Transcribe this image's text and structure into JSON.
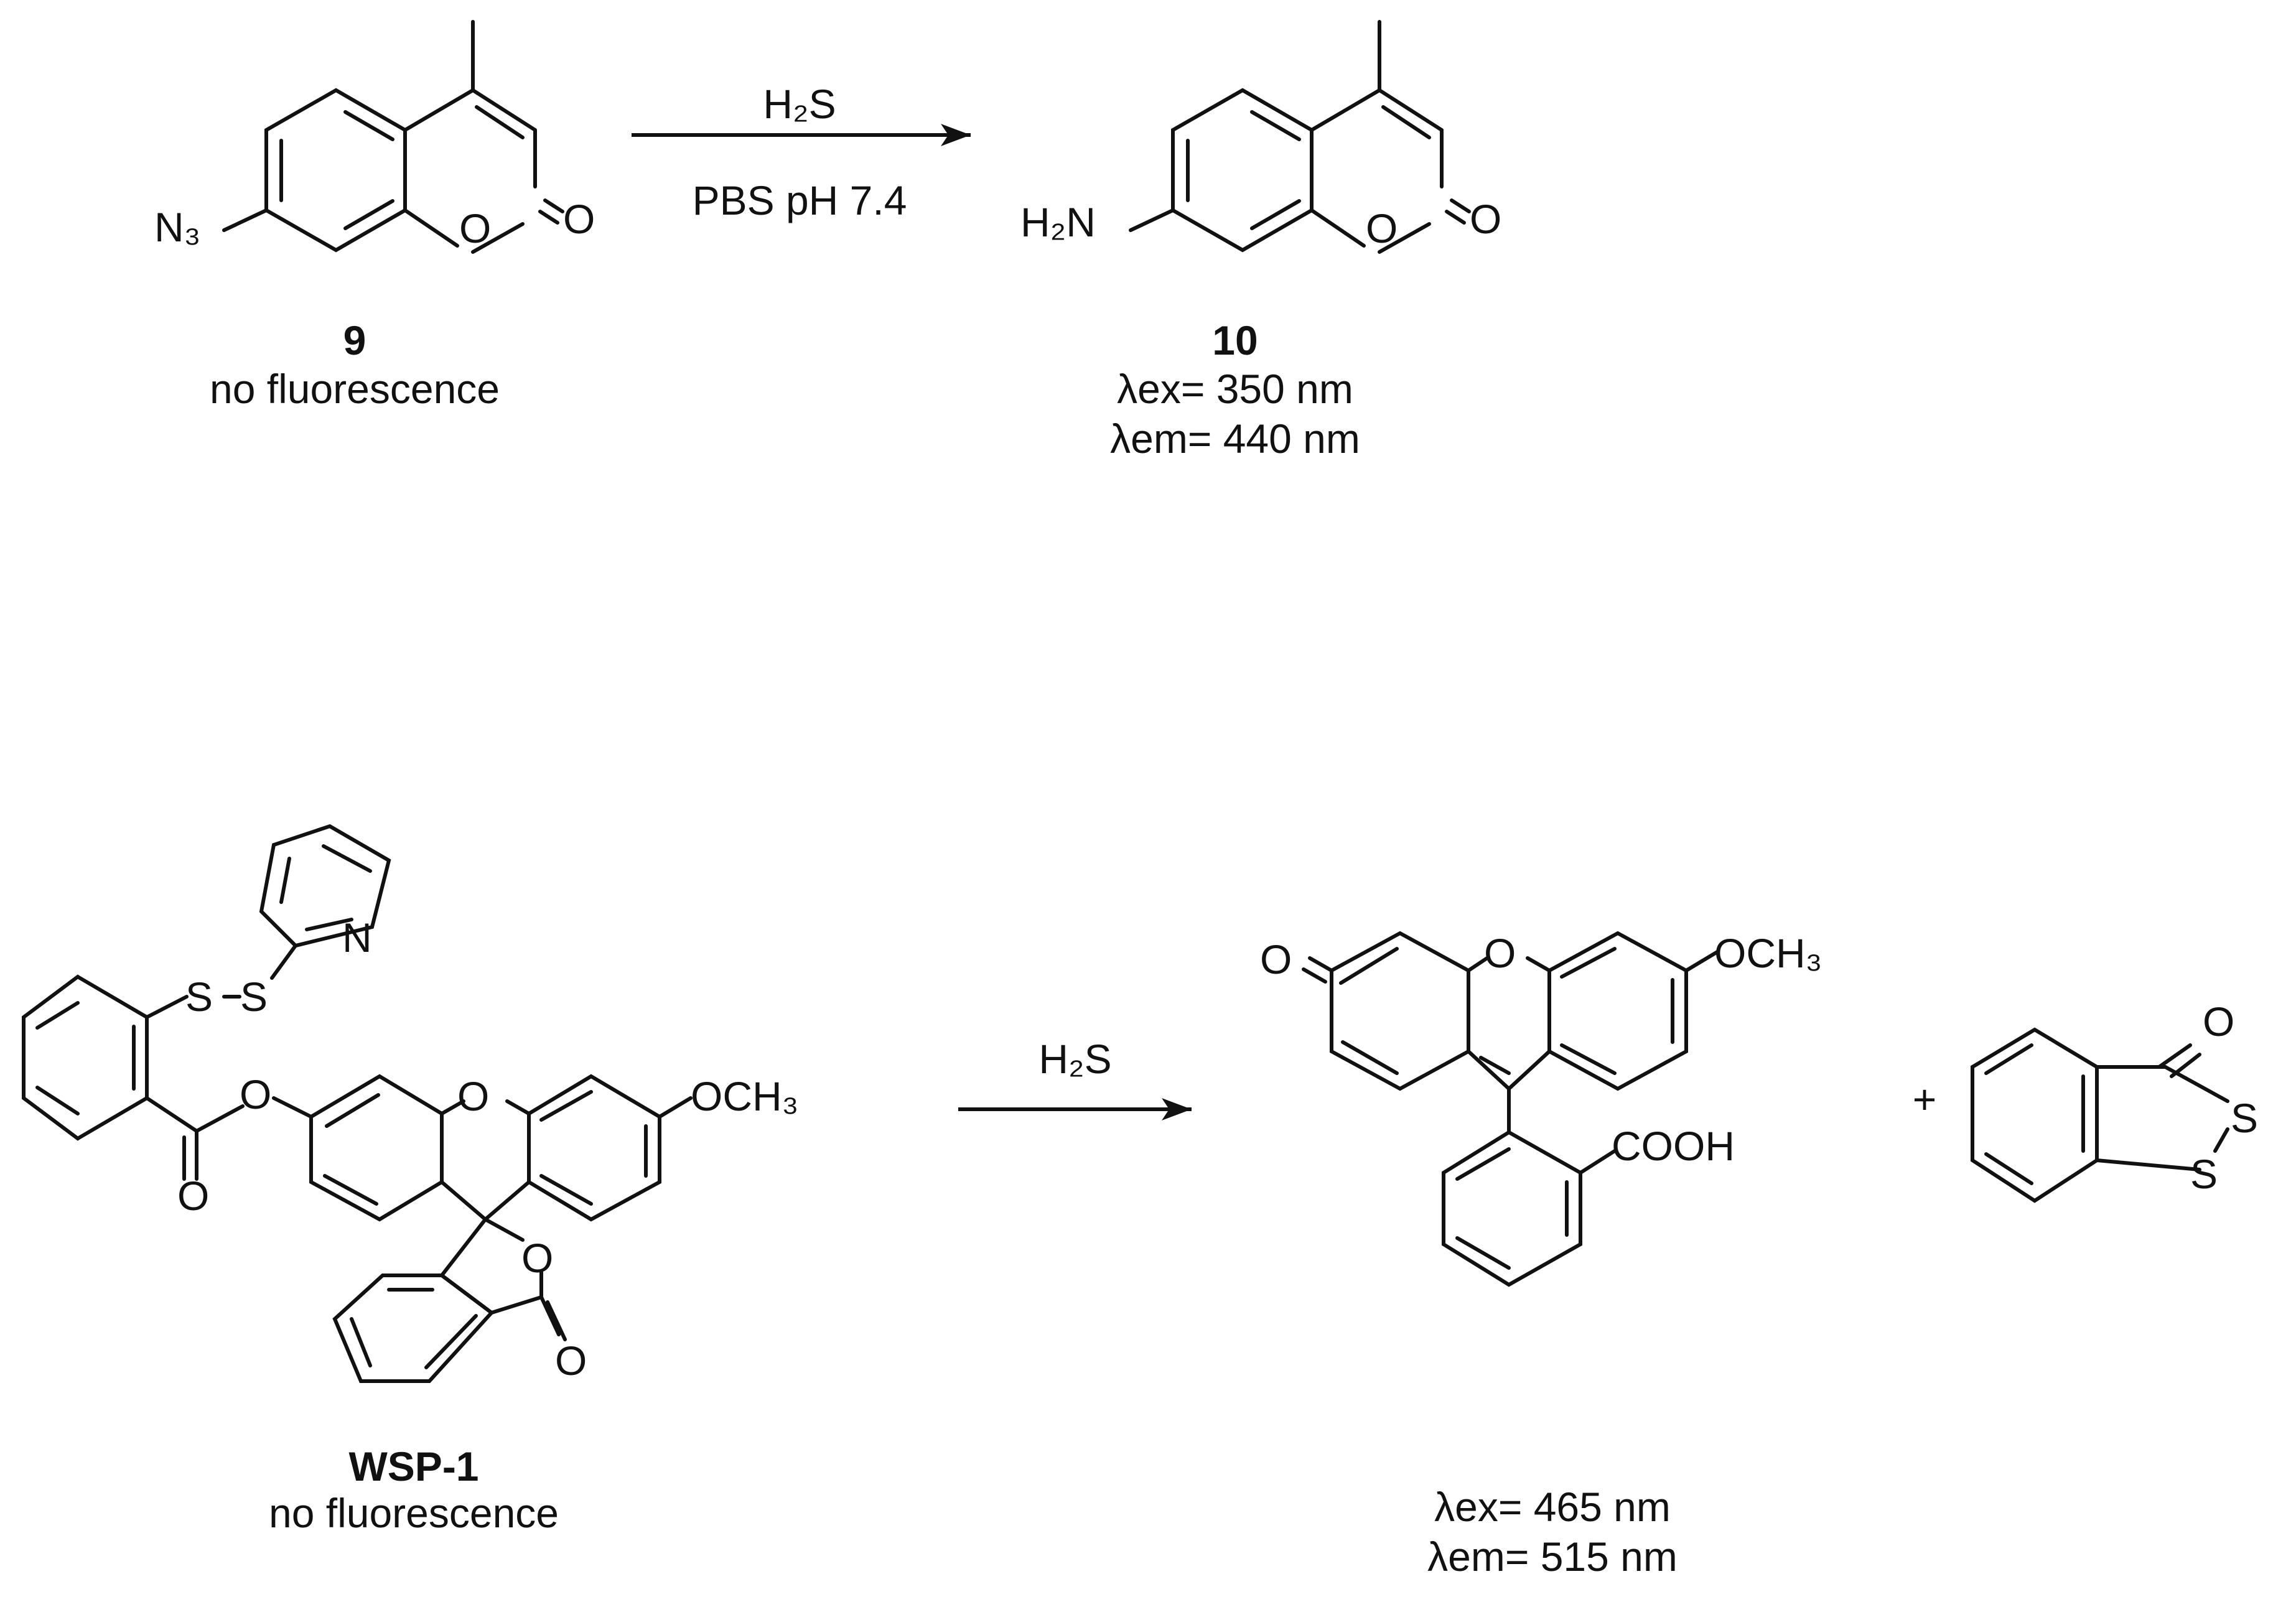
{
  "colors": {
    "ink": "#111111",
    "background": "#ffffff"
  },
  "reaction1": {
    "reagent": "H₂S",
    "condition": "PBS pH 7.4",
    "reactant": {
      "atoms": {
        "azide": "N₃",
        "ring_o": "O",
        "carbonyl_o": "O"
      },
      "number": "9",
      "note": "no fluorescence"
    },
    "product": {
      "atoms": {
        "amine": "H₂N",
        "ring_o": "O",
        "carbonyl_o": "O"
      },
      "number": "10",
      "excitation": "λex= 350 nm",
      "emission": "λem= 440 nm"
    }
  },
  "reaction2": {
    "reagent": "H₂S",
    "plus": "+",
    "reactant": {
      "atoms": {
        "pyridine_n": "N",
        "s1": "S",
        "s2": "S",
        "ester_o": "O",
        "ester_co": "O",
        "xanthene_o": "O",
        "methoxy": "OCH₃",
        "lactone_o": "O",
        "lactone_co": "O"
      },
      "number": "WSP-1",
      "note": "no fluorescence"
    },
    "product": {
      "atoms": {
        "keto": "O",
        "xanthene_o": "O",
        "methoxy": "OCH₃",
        "acid": "COOH"
      },
      "excitation": "λex= 465 nm",
      "emission": "λem= 515 nm"
    },
    "byproduct": {
      "atoms": {
        "carbonyl_o": "O",
        "s1": "S",
        "s2": "S"
      }
    }
  }
}
